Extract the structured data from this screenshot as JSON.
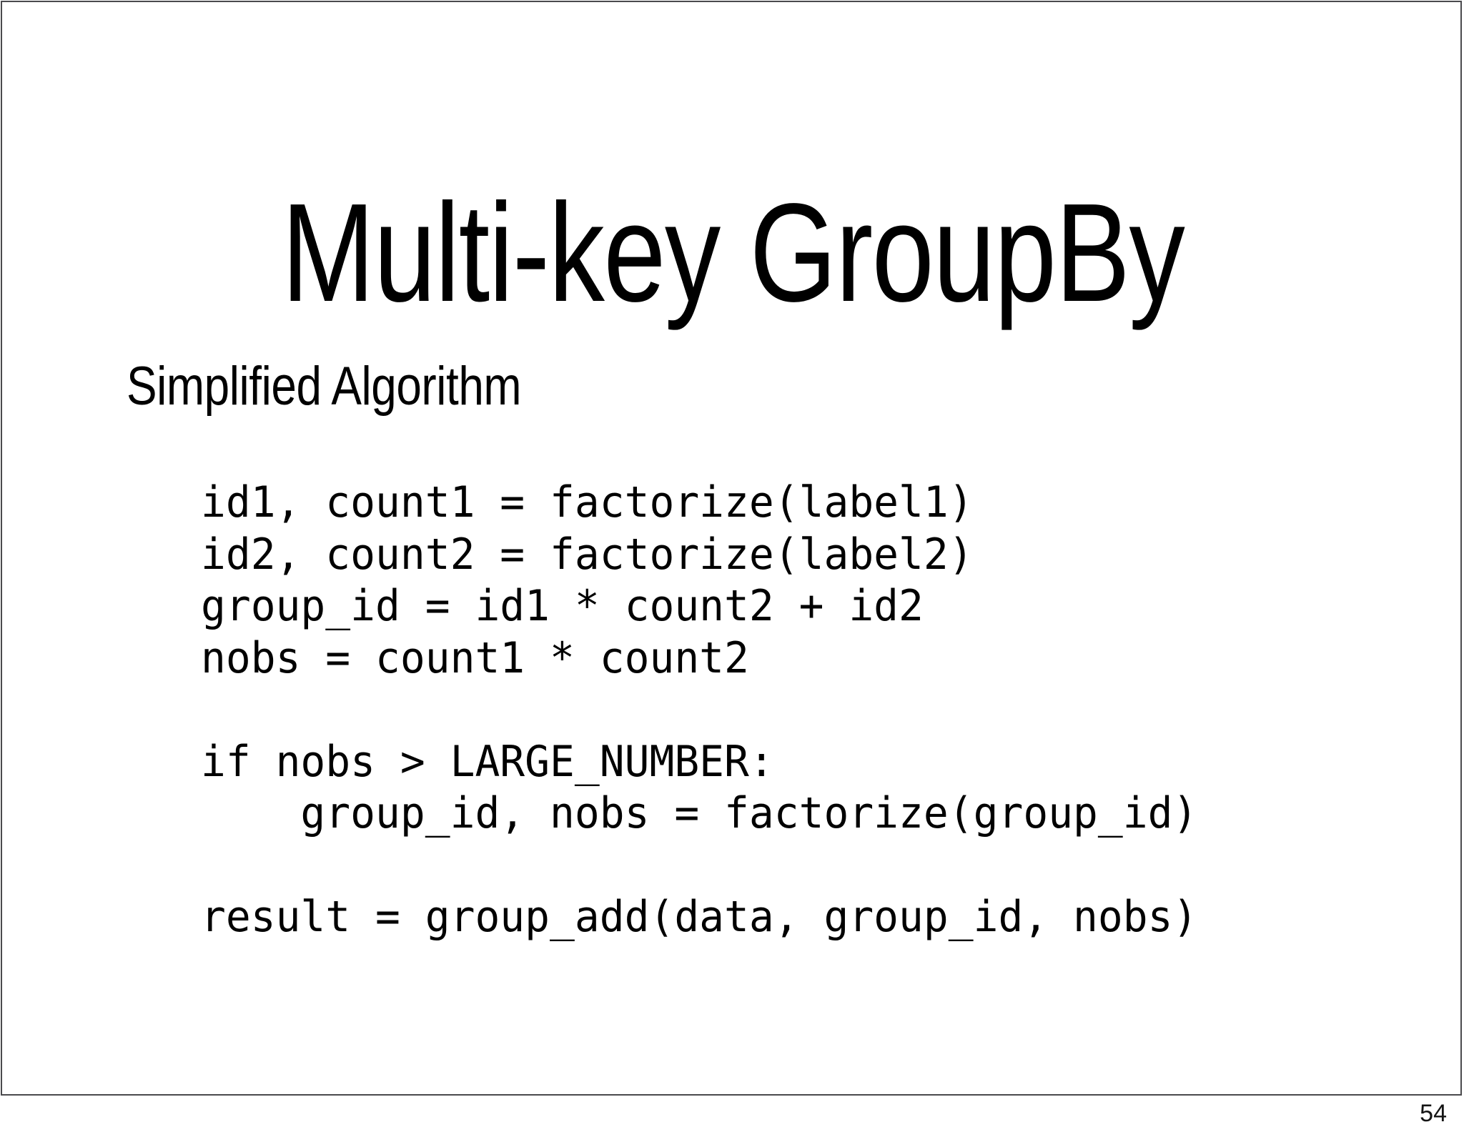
{
  "slide": {
    "title": "Multi-key GroupBy",
    "section_heading": "Simplified Algorithm",
    "page_number": "54",
    "border_color": "#4a4a4d",
    "background_color": "#ffffff",
    "text_color": "#000000",
    "code_lines": [
      "id1, count1 = factorize(label1)",
      "id2, count2 = factorize(label2)",
      "group_id = id1 * count2 + id2",
      "nobs = count1 * count2",
      "",
      "if nobs > LARGE_NUMBER:",
      "    group_id, nobs = factorize(group_id)",
      "",
      "result = group_add(data, group_id, nobs)"
    ]
  }
}
